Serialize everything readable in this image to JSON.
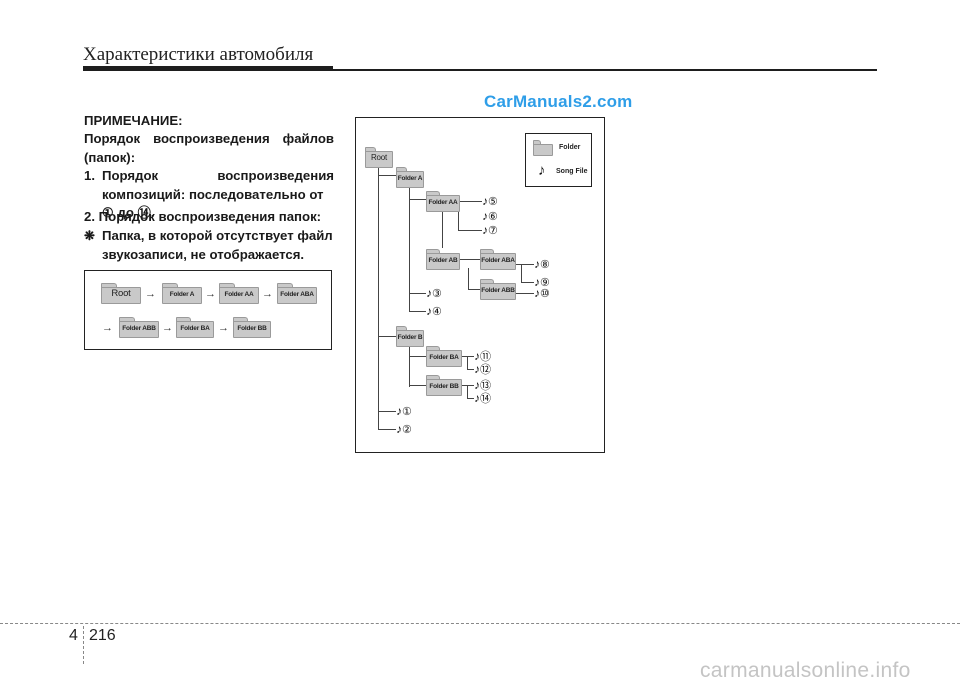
{
  "header": {
    "title": "Характеристики автомобиля"
  },
  "watermark_top": "CarManuals2.com",
  "note": {
    "heading": "ПРИМЕЧАНИЕ:",
    "order_title_line1": "Порядок воспроизведения файлов",
    "order_title_line2": "(папок):",
    "item1_num": "1.",
    "item1_line1": "Порядок воспроизведения",
    "item1_line2": "композиций: последовательно от",
    "item1_line3": "① до ⑭.",
    "item2": "2. Порядок воспроизведения папок:",
    "item3_num": "❋",
    "item3_line1": "Папка, в которой отсутствует файл",
    "item3_line2": "звукозаписи, не отображается."
  },
  "sequence": {
    "row1": [
      "Root",
      "Folder A",
      "Folder AA",
      "Folder ABA"
    ],
    "row2": [
      "Folder ABB",
      "Folder BA",
      "Folder BB"
    ],
    "arrow": "→"
  },
  "tree": {
    "legend_folder": "Folder",
    "legend_song": "Song File",
    "note_glyph": "♪",
    "folders": {
      "root": "Root",
      "a": "Folder A",
      "aa": "Folder AA",
      "ab": "Folder AB",
      "aba": "Folder ABA",
      "abb": "Folder ABB",
      "b": "Folder B",
      "ba": "Folder BA",
      "bb": "Folder BB"
    },
    "songs": [
      "①",
      "②",
      "③",
      "④",
      "⑤",
      "⑥",
      "⑦",
      "⑧",
      "⑨",
      "⑩",
      "⑪",
      "⑫",
      "⑬",
      "⑭"
    ]
  },
  "footer": {
    "section": "4",
    "page": "216",
    "watermark": "carmanualsonline.info"
  }
}
